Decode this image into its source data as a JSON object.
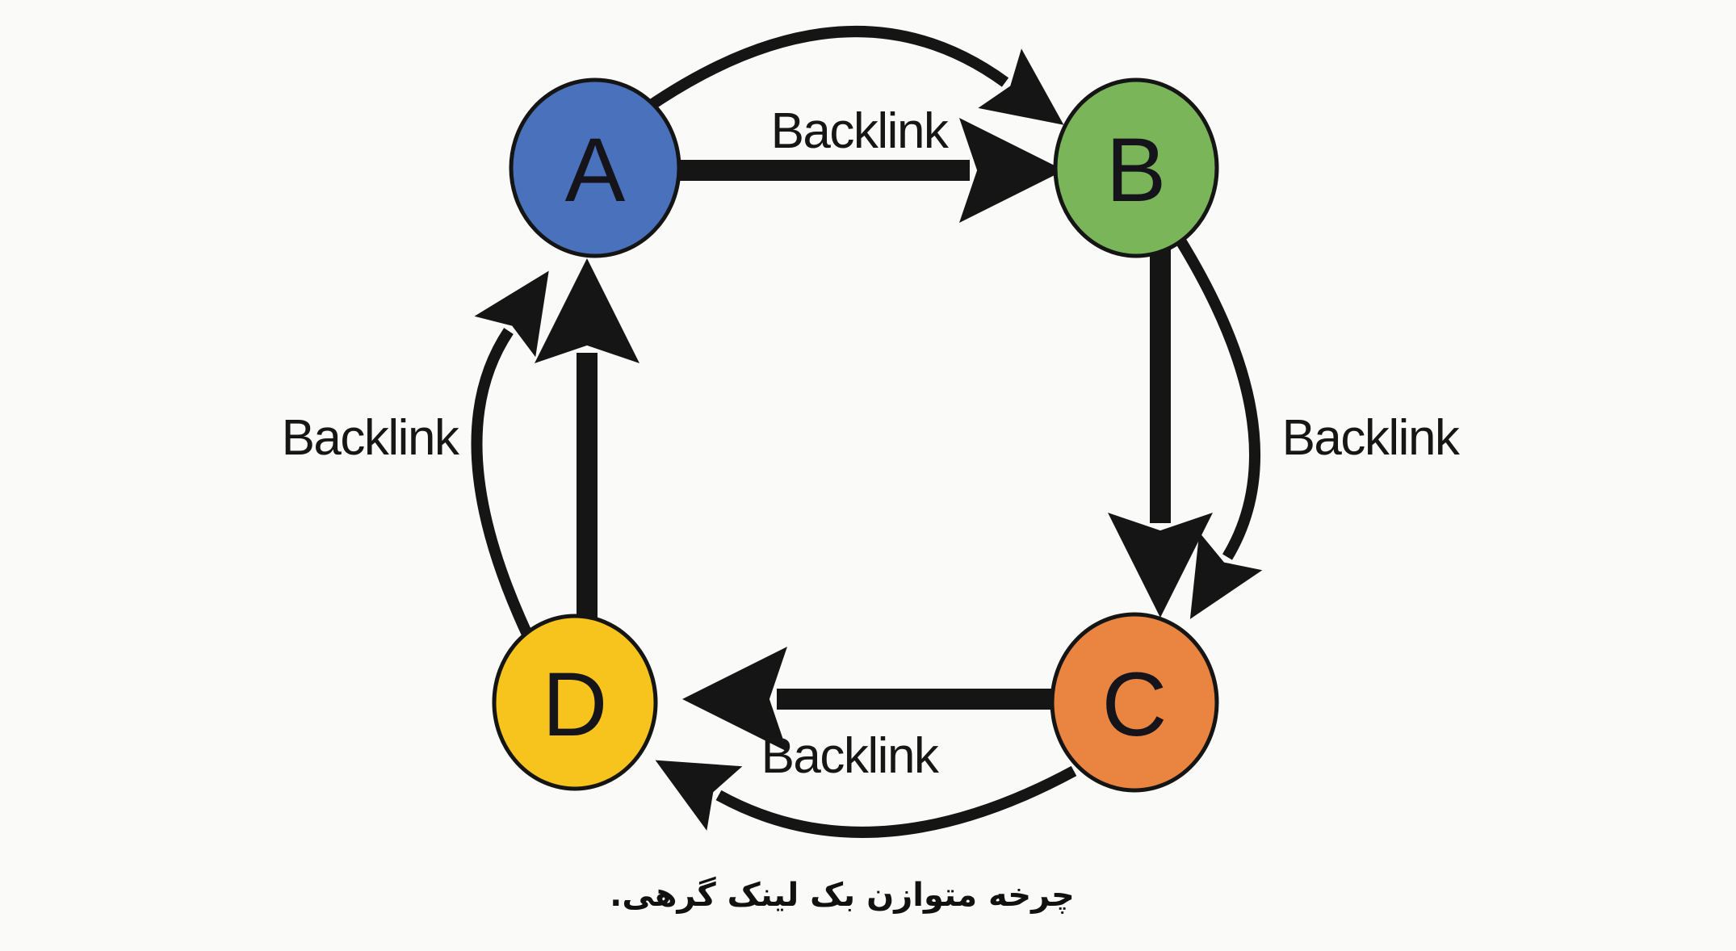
{
  "diagram": {
    "caption": "چرخه متوازن بک لینک گرهی.",
    "nodes": [
      {
        "id": "A",
        "label": "A",
        "color": "#4a72bc"
      },
      {
        "id": "B",
        "label": "B",
        "color": "#7bb55a"
      },
      {
        "id": "C",
        "label": "C",
        "color": "#e98540"
      },
      {
        "id": "D",
        "label": "D",
        "color": "#f6c41d"
      }
    ],
    "edges": [
      {
        "from": "A",
        "to": "B",
        "label": "Backlink"
      },
      {
        "from": "B",
        "to": "C",
        "label": "Backlink"
      },
      {
        "from": "C",
        "to": "D",
        "label": "Backlink"
      },
      {
        "from": "D",
        "to": "A",
        "label": "Backlink"
      }
    ],
    "colors": {
      "arrow": "#151515",
      "node_border": "#151515",
      "label_text": "#161616",
      "background": "#fafaf8"
    }
  }
}
